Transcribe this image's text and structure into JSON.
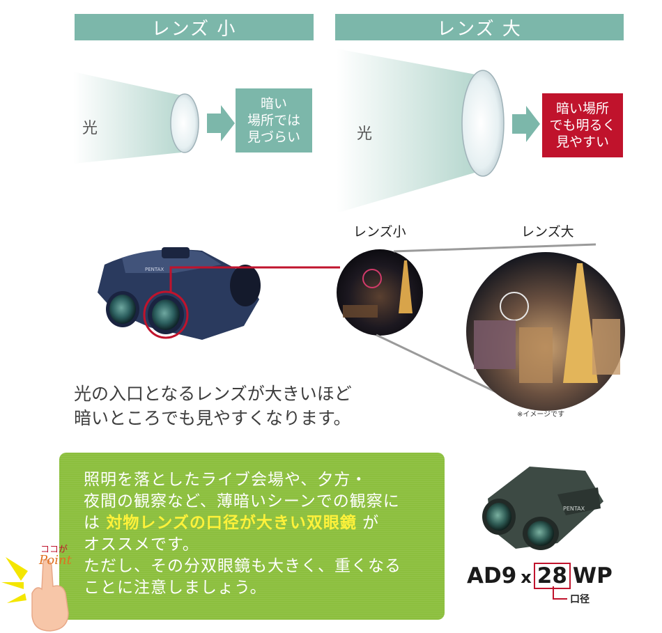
{
  "small_lens_panel": {
    "header": "レンズ 小",
    "light_label": "光",
    "result": "暗い\n場所では\n見づらい"
  },
  "large_lens_panel": {
    "header": "レンズ 大",
    "light_label": "光",
    "result": "暗い場所\nでも明るく\n見やすい"
  },
  "comparison": {
    "small_label": "レンズ小",
    "large_label": "レンズ大",
    "note": "※イメージです",
    "binocular_brand": "PENTAX"
  },
  "main_text": "光の入口となるレンズが大きいほど\n暗いところでも見やすくなります。",
  "point_box": {
    "line1": "照明を落としたライブ会場や、夕方・",
    "line2": "夜間の観察など、薄暗いシーンでの観察に",
    "line3_pre": "は ",
    "line3_highlight": "対物レンズの口径が大きい双眼鏡",
    "line3_post": " が",
    "line4": "オススメです。",
    "line5": "ただし、その分双眼鏡も大きく、重くなる",
    "line6": "ことに注意しましょう。"
  },
  "point_badge": {
    "top": "ココが",
    "bottom": "Point"
  },
  "model": {
    "part1": "AD9",
    "part2": "x",
    "aperture": "28",
    "part3": "WP",
    "aperture_label": "口径",
    "brand": "PENTAX"
  },
  "colors": {
    "teal": "#7cb7aa",
    "red_box": "#c0132c",
    "green_box": "#8cbf3e",
    "highlight": "#fff23a",
    "binocular_navy": "#2a3a5e"
  }
}
